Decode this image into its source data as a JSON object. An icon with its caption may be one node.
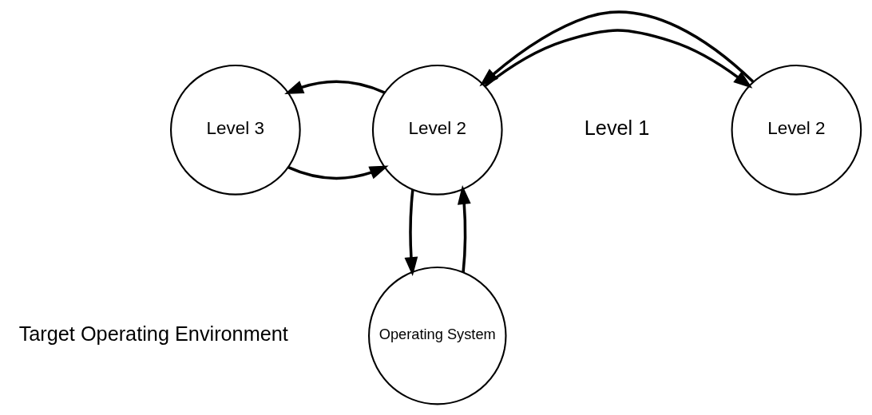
{
  "diagram": {
    "nodes": [
      {
        "text": [
          "Level 3"
        ]
      },
      {
        "text": [
          "Level 2"
        ]
      },
      {
        "text": [
          "Level 2"
        ]
      },
      {
        "text": [
          "Operating System"
        ]
      }
    ],
    "edges": [
      {
        "from": 0,
        "to": 1,
        "arrow": "to"
      },
      {
        "from": 1,
        "to": 0,
        "arrow": "to"
      },
      {
        "from": 1,
        "to": 2,
        "arrow": "to"
      },
      {
        "from": 2,
        "to": 1,
        "arrow": "to"
      },
      {
        "from": 1,
        "to": 3,
        "arrow": "to"
      },
      {
        "from": 3,
        "to": 1,
        "arrow": "to"
      }
    ],
    "labels": [
      "Level 1",
      "Target Operating Environment"
    ]
  }
}
